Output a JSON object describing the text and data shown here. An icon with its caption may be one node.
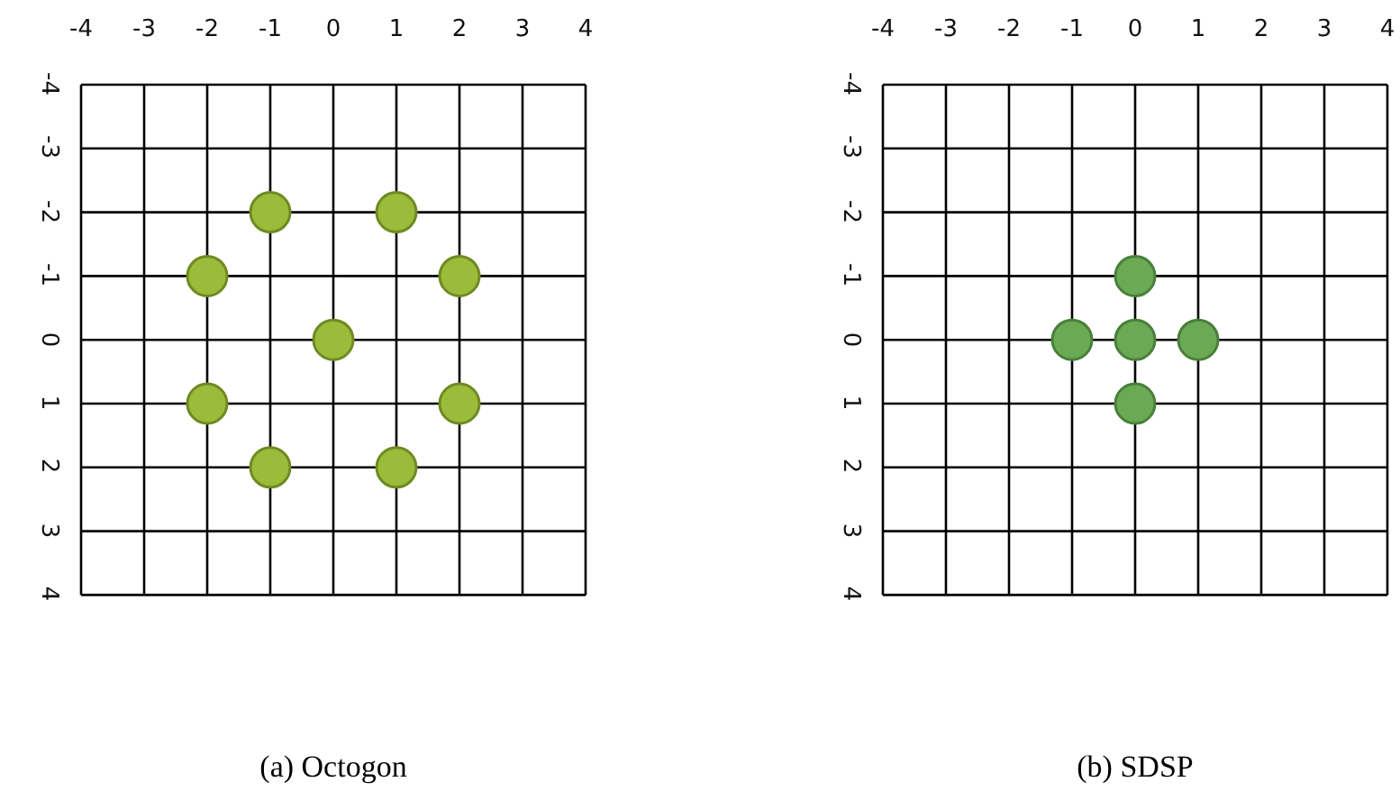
{
  "diagram": {
    "labels": [
      "-4",
      "-3",
      "-2",
      "-1",
      "0",
      "1",
      "2",
      "3",
      "4",
      "-4",
      "-3",
      "-2",
      "-1",
      "0",
      "1",
      "2",
      "3",
      "4",
      "-4",
      "-3",
      "-2",
      "-1",
      "0",
      "1",
      "2",
      "3",
      "4",
      "-4",
      "-3",
      "-2",
      "-1",
      "0",
      "1",
      "2",
      "3",
      "4",
      "(a) Octogon",
      "(b) SDSP"
    ]
  }
}
